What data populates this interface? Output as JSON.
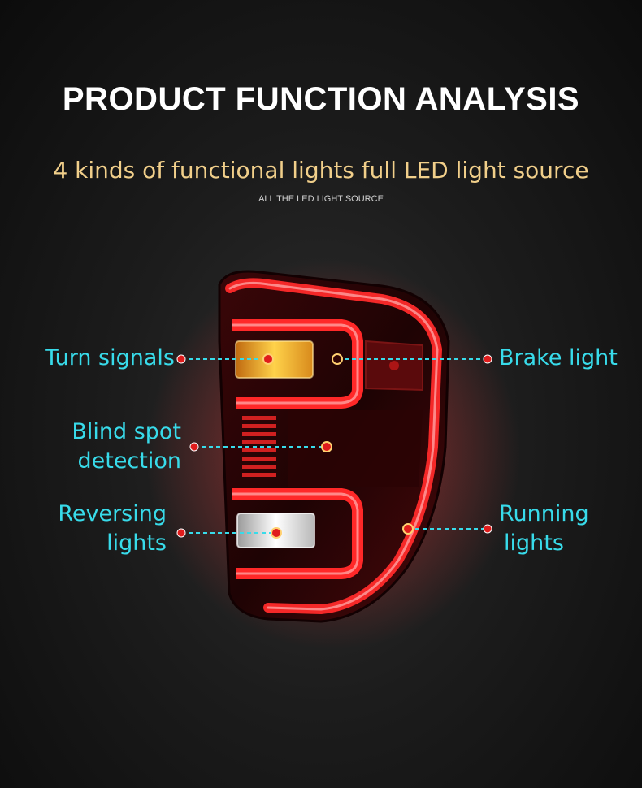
{
  "header": {
    "title": "PRODUCT FUNCTION ANALYSIS",
    "subtitle": "4 kinds of functional lights full LED light source",
    "caption": "ALL THE LED LIGHT SOURCE"
  },
  "callouts": {
    "turn_signals": [
      "Turn signals"
    ],
    "brake_light": [
      "Brake light"
    ],
    "blind_spot": [
      "Blind spot",
      "detection"
    ],
    "reversing": [
      "Reversing",
      "lights"
    ],
    "running": [
      "Running",
      "lights"
    ]
  },
  "colors": {
    "callout_text": "#38dbea",
    "title_text": "#ffffff",
    "subtitle_text": "#f1cf8a",
    "marker": "#e01c1c",
    "leader_line": "#38dbea"
  }
}
